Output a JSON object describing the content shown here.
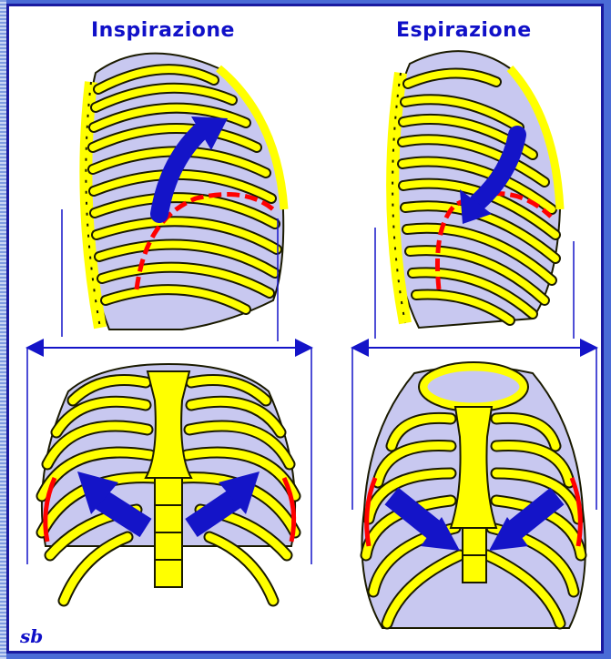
{
  "titles": {
    "inspiration": "Inspirazione",
    "expiration": "Espirazione"
  },
  "signature": "sb",
  "colors": {
    "bone": "#ffff00",
    "bone_outline": "#1a1a00",
    "lung_space": "#c8c8f0",
    "diaphragm": "#ff0000",
    "arrow": "#1414c8",
    "frame": "#1a1aa0",
    "background": "#4a6bd6"
  },
  "icons": {
    "motion_arrow": "curved-arrow-icon",
    "width_indicator": "double-arrow-icon"
  }
}
